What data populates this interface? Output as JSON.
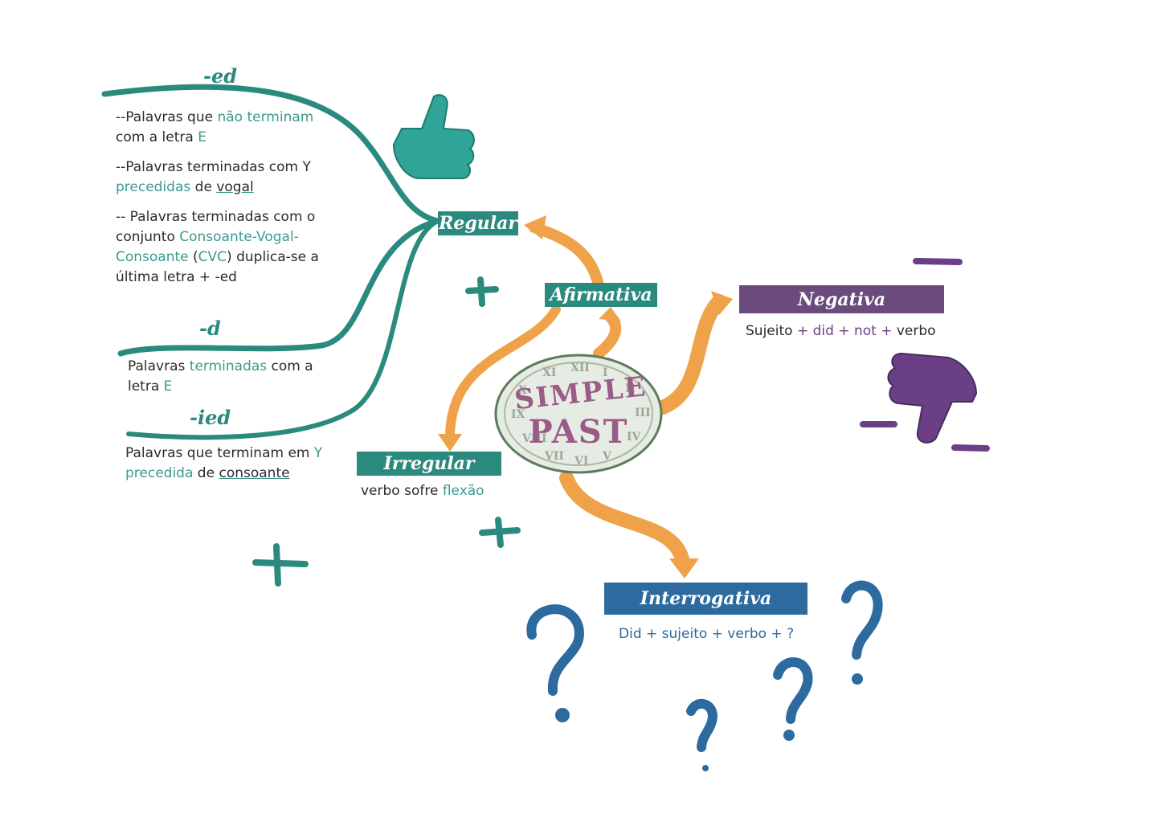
{
  "center": {
    "line1": "SIMPLE",
    "line2": "PAST"
  },
  "nodes": {
    "regular": "Regular",
    "afirmativa": "Afirmativa",
    "negativa": "Negativa",
    "irregular": "Irregular",
    "interrogativa": "Interrogativa"
  },
  "branches": {
    "ed": {
      "label": "-ed",
      "rule1": {
        "a": "--Palavras que ",
        "b": "não terminam",
        "c": "com a letra ",
        "d": "E"
      },
      "rule2": {
        "a": "--Palavras terminadas com Y",
        "b": "precedidas",
        "c": " de ",
        "d": "vogal"
      },
      "rule3": {
        "a": "-- Palavras terminadas com o",
        "b": "conjunto ",
        "c": "Consoante-Vogal-",
        "d": "Consoante",
        "e": " (",
        "f": "CVC",
        "g": ") duplica-se a",
        "h": "última letra + -ed"
      }
    },
    "d": {
      "label": "-d",
      "a": "Palavras ",
      "b": "terminadas",
      "c": " com a",
      "d": "letra ",
      "e": "E"
    },
    "ied": {
      "label": "-ied",
      "a": "Palavras que terminam em ",
      "b": "Y",
      "c": "precedida",
      "d": " de ",
      "e": "consoante"
    }
  },
  "negativa_formula": {
    "a": "Sujeito ",
    "b": "+ did + ",
    "c": "not +",
    "d": " verbo"
  },
  "irregular_desc": {
    "a": "verbo sofre ",
    "b": "flexão"
  },
  "interrogativa_formula": "Did + sujeito + verbo +  ?",
  "colors": {
    "teal": "#2a8a7d",
    "orange": "#f0a24a",
    "purple": "#6b4a7d",
    "blue": "#2d6a9f",
    "clock": "#c9d3c7"
  },
  "icons": [
    "thumbs-up-icon",
    "thumbs-down-icon",
    "plus-icon",
    "minus-icon",
    "question-mark-icon",
    "clock-icon"
  ]
}
